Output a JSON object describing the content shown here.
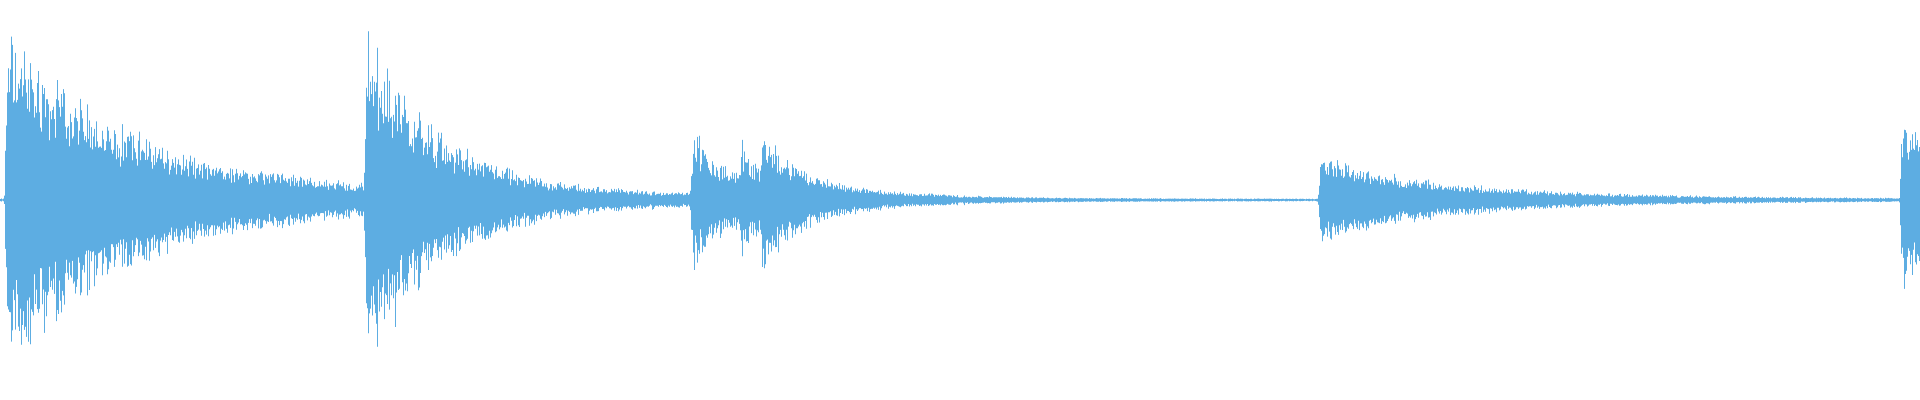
{
  "waveform": {
    "color": "#5dade2",
    "baseline_amplitude": 0.006,
    "events": [
      {
        "time": 0.004,
        "peak": 0.81,
        "decay": 0.06,
        "tail": 0.15
      },
      {
        "time": 0.054,
        "peak": 0.12,
        "decay": 0.02,
        "tail": 0.13
      },
      {
        "time": 0.191,
        "peak": 0.83,
        "decay": 0.035,
        "tail": 0.13
      },
      {
        "time": 0.361,
        "peak": 0.3,
        "decay": 0.02,
        "tail": 0.25
      },
      {
        "time": 0.386,
        "peak": 0.28,
        "decay": 0.012,
        "tail": 0.22
      },
      {
        "time": 0.397,
        "peak": 0.3,
        "decay": 0.02,
        "tail": 0.3
      },
      {
        "time": 0.688,
        "peak": 0.2,
        "decay": 0.06,
        "tail": 0.18
      },
      {
        "time": 0.991,
        "peak": 0.45,
        "decay": 0.015,
        "tail": 0.25
      }
    ]
  }
}
